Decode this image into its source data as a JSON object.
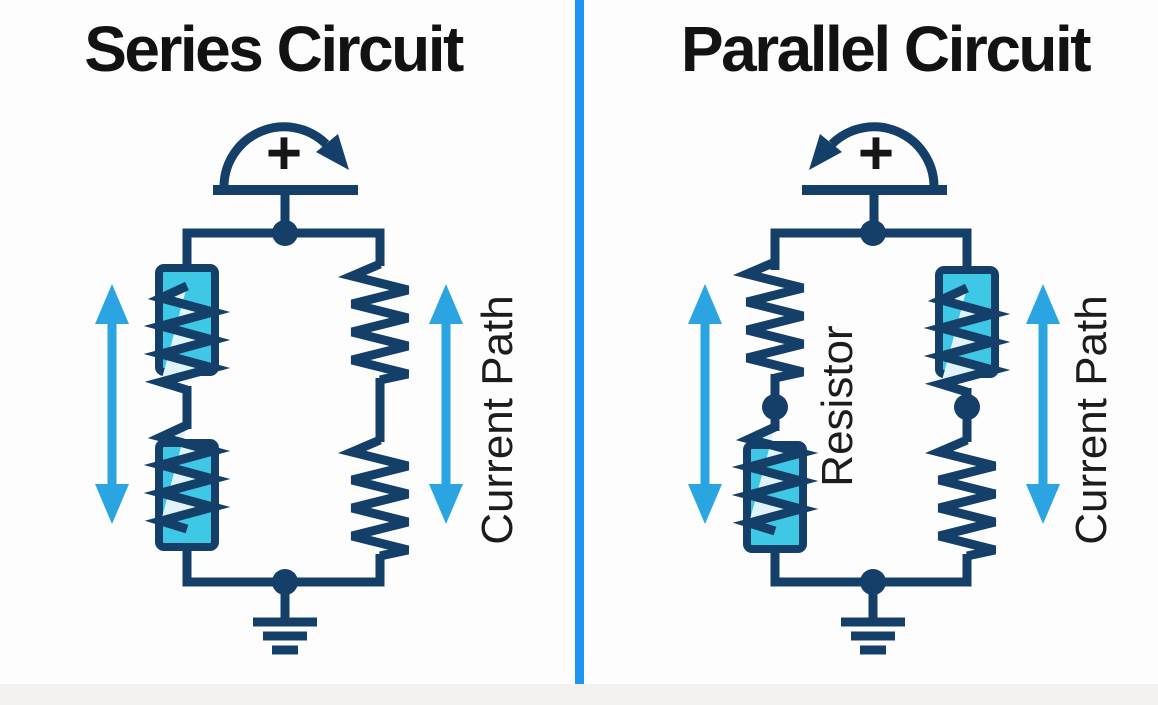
{
  "colors": {
    "navy": "#133f68",
    "cyan": "#3fc7e6",
    "cyan_light": "#dff4fb",
    "arrow_blue": "#2aa5e2",
    "divider_blue": "#1e95ef",
    "title_text": "#121212",
    "label_text": "#1c1c1c",
    "background": "#fdfdfd",
    "footer_strip": "#f3f2f0"
  },
  "series_panel": {
    "title": "Series Circuit",
    "polarity_label": "+",
    "current_path_label": "Current Path"
  },
  "parallel_panel": {
    "title": "Parallel Circuit",
    "polarity_label": "+",
    "resistor_label": "Resistor",
    "current_path_label": "Current Path"
  }
}
